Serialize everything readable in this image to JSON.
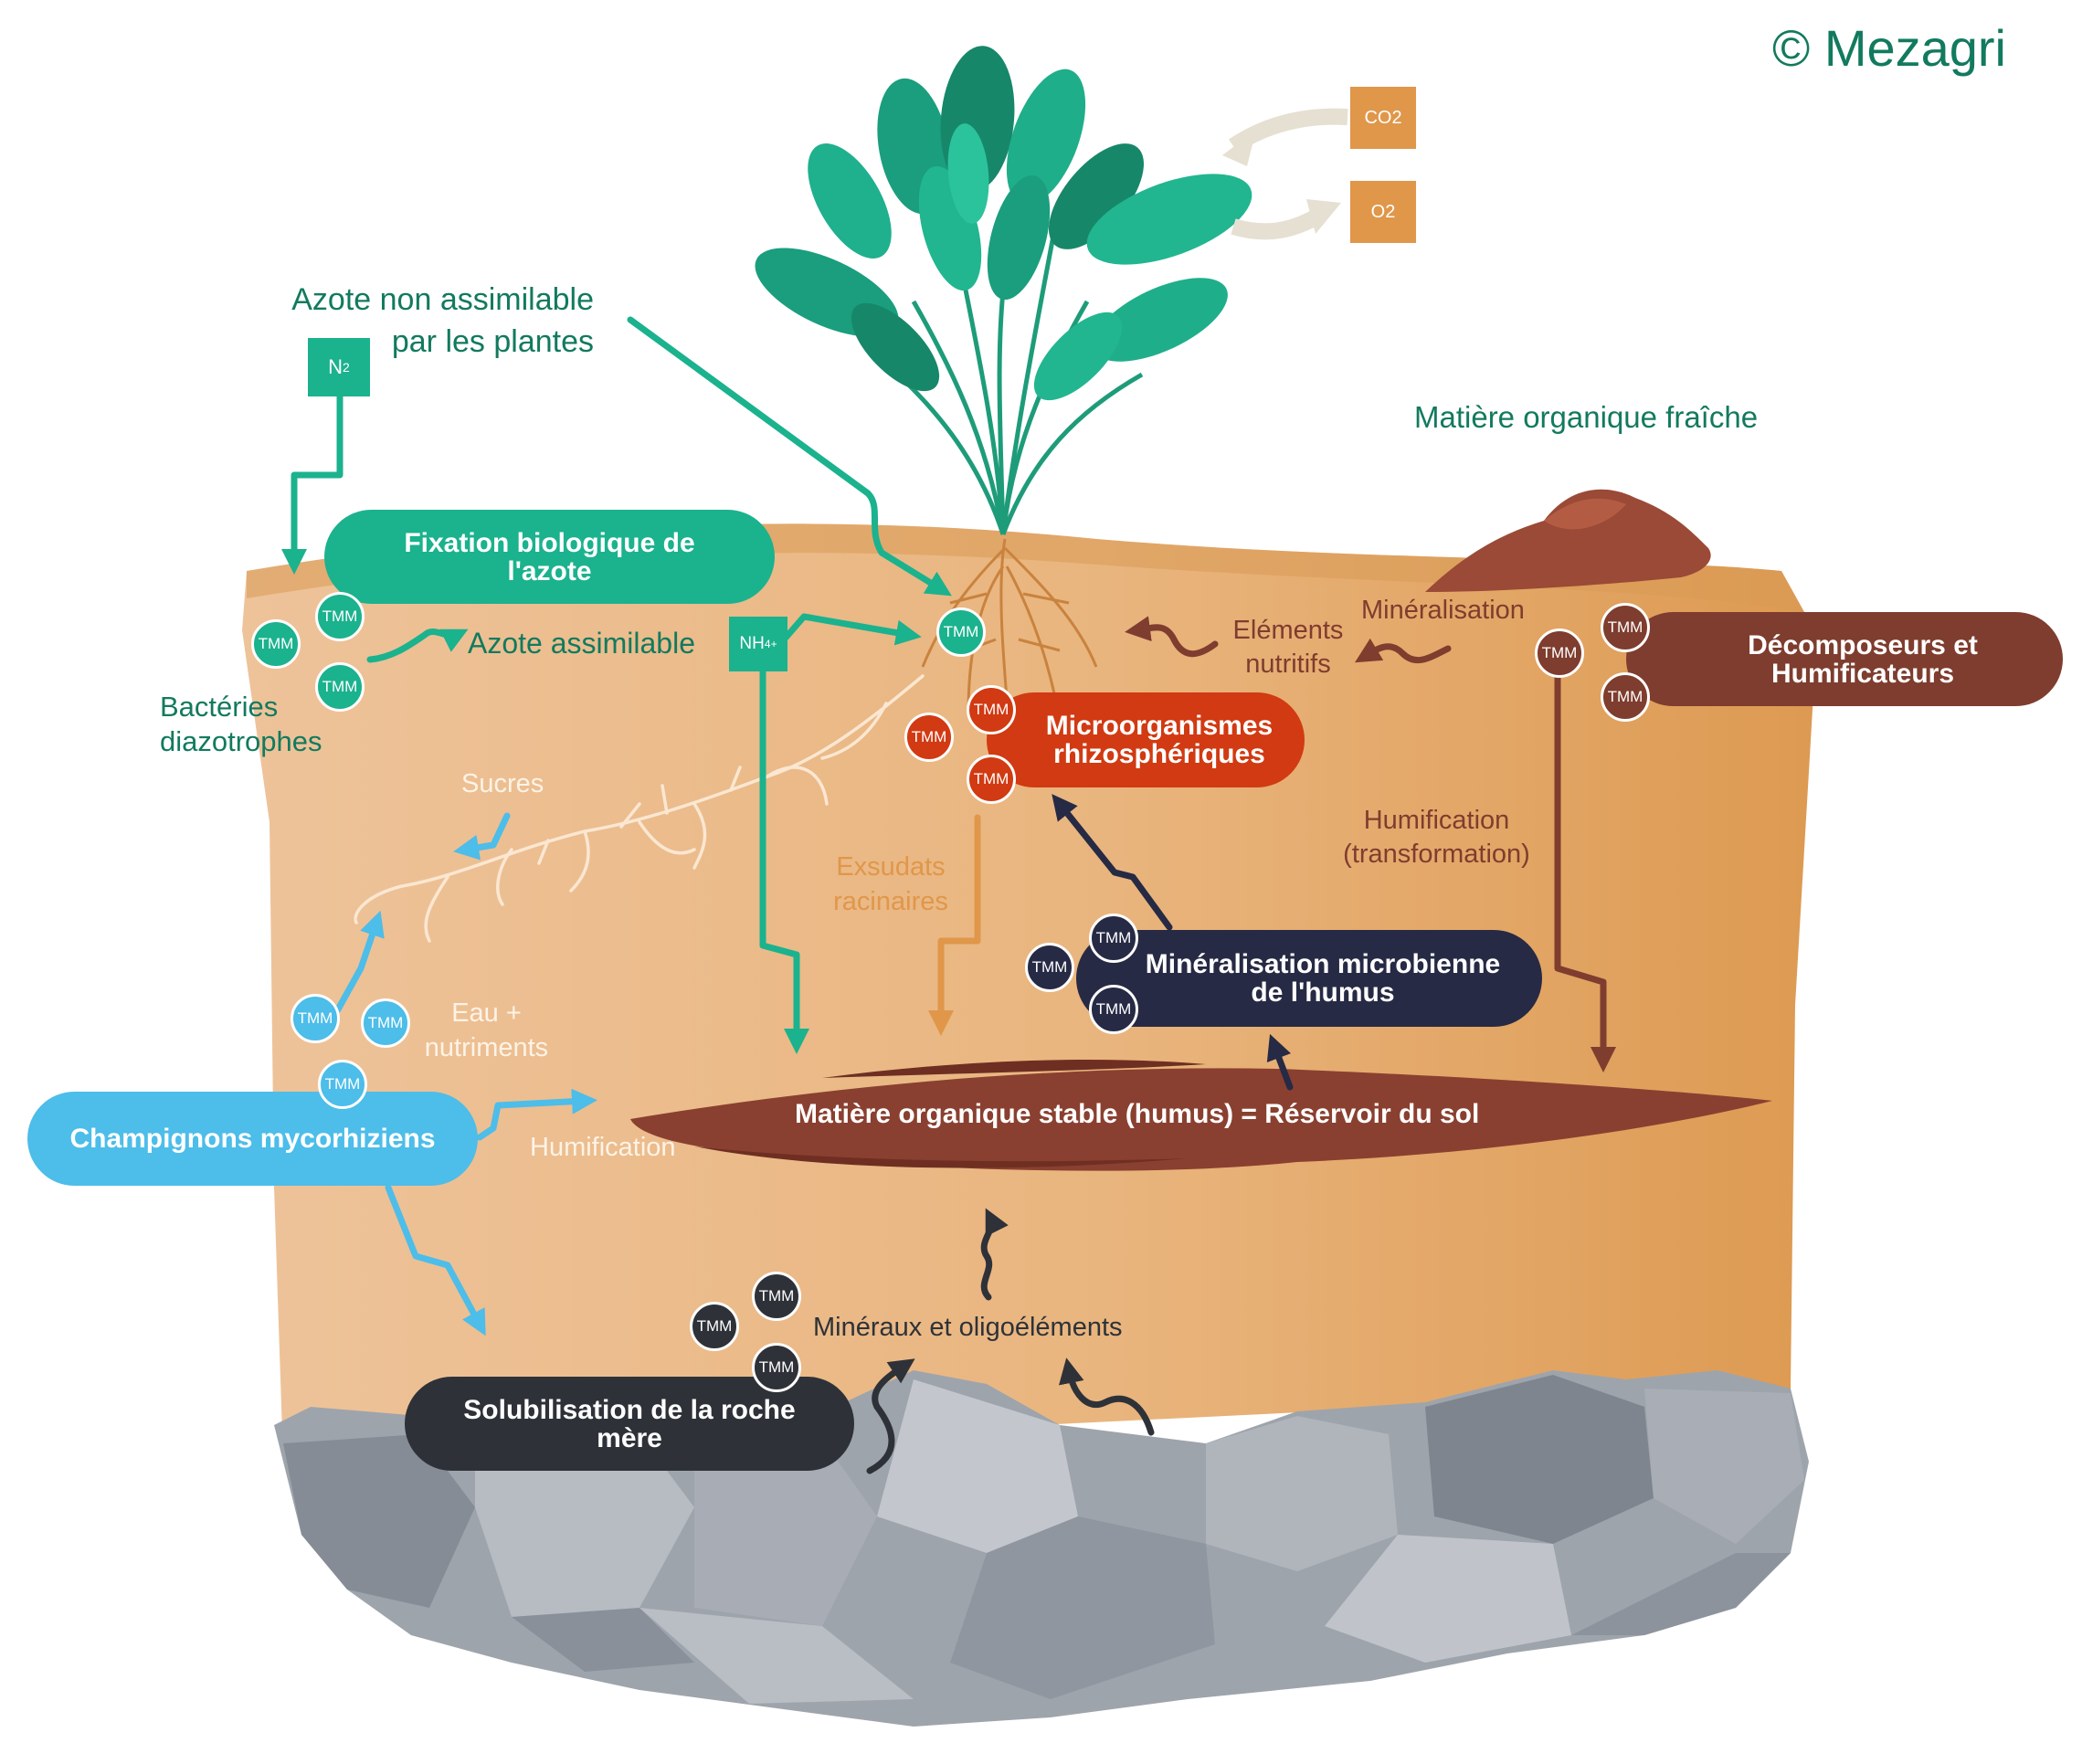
{
  "copyright": "© Mezagri",
  "colors": {
    "teal": "#1bb28e",
    "teal_text": "#127a5e",
    "soil": "#e9b57e",
    "soil_dark": "#dd9a50",
    "humus": "#8a4030",
    "brown_box": "#7e3d2e",
    "red_box": "#d13a12",
    "navy_box": "#262a44",
    "dark_box": "#2e3238",
    "blue_box": "#4dbde9",
    "orange_box": "#e0974a",
    "rock": "#9ea4ac"
  },
  "gas": {
    "co2": "CO2",
    "o2": "O2"
  },
  "nitrogen": {
    "n2_base": "N",
    "n2_sub": "2",
    "unassimilable": [
      "Azote non assimilable",
      "par les plantes"
    ],
    "fixation": [
      "Fixation biologique de",
      "l'azote"
    ],
    "assimilable": "Azote assimilable",
    "bacteria": [
      "Bactéries",
      "diazotrophes"
    ],
    "nh4_base": "NH",
    "nh4_sub": "4",
    "nh4_sup": "+"
  },
  "organic_fresh": "Matière organique fraîche",
  "mineralisation_top": "Minéralisation",
  "elements_nutritifs": [
    "Eléments",
    "nutritifs"
  ],
  "decomposers": [
    "Décomposeurs et",
    "Humificateurs"
  ],
  "rhizo": [
    "Microorganismes",
    "rhizosphériques"
  ],
  "humification_transform": [
    "Humification",
    "(transformation)"
  ],
  "sucres": "Sucres",
  "exsudats": [
    "Exsudats",
    "racinaires"
  ],
  "micro_mineralisation": [
    "Minéralisation microbienne",
    "de l'humus"
  ],
  "eau": [
    "Eau +",
    "nutriments"
  ],
  "mycorrhizae": "Champignons mycorhiziens",
  "humification": "Humification",
  "humus": "Matière organique stable (humus) = Réservoir du sol",
  "minerals": "Minéraux et oligoéléments",
  "rock_solubilisation": [
    "Solubilisation de la roche",
    "mère"
  ],
  "tmm": "TMM"
}
